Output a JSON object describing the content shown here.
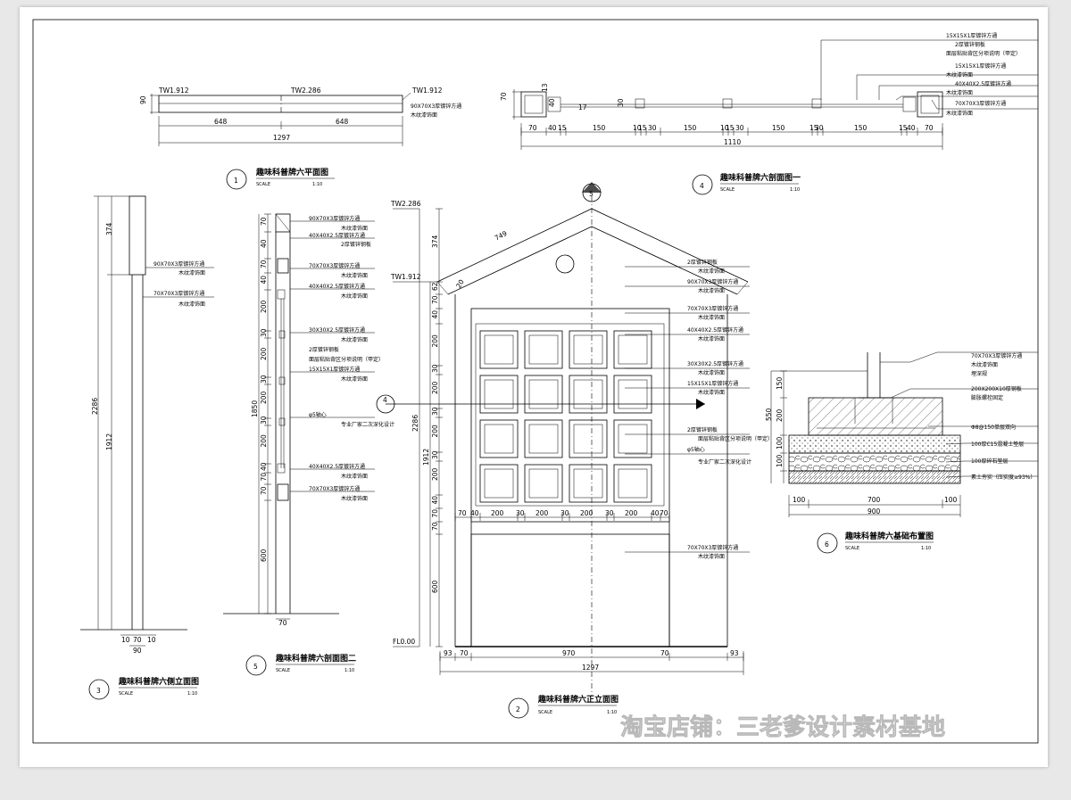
{
  "titles": {
    "t1": {
      "num": "1",
      "name": "趣味科普牌六平面图",
      "scale": "SCALE",
      "ratio": "1:10"
    },
    "t2": {
      "num": "2",
      "name": "趣味科普牌六正立面图",
      "scale": "SCALE",
      "ratio": "1:10"
    },
    "t3": {
      "num": "3",
      "name": "趣味科普牌六侧立面图",
      "scale": "SCALE",
      "ratio": "1:10"
    },
    "t4": {
      "num": "4",
      "name": "趣味科普牌六剖面图一",
      "scale": "SCALE",
      "ratio": "1:10"
    },
    "t5": {
      "num": "5",
      "name": "趣味科普牌六剖面图二",
      "scale": "SCALE",
      "ratio": "1:10"
    },
    "t6": {
      "num": "6",
      "name": "趣味科普牌六基础布置图",
      "scale": "SCALE",
      "ratio": "1:10"
    }
  },
  "plan": {
    "tw_left": "TW1.912",
    "tw_mid": "TW2.286",
    "tw_right": "TW1.912",
    "h90": "90",
    "d648a": "648",
    "d648b": "648",
    "d1297": "1297",
    "n1": "90X70X3厚镀锌方通",
    "n2": "木纹漆饰面"
  },
  "section1": {
    "h70": "70",
    "dims": [
      "70",
      "40",
      "15",
      "150",
      "10",
      "15",
      "30",
      "150",
      "10",
      "15",
      "30",
      "150",
      "15",
      "30",
      "150",
      "15",
      "40",
      "70"
    ],
    "d1110": "1110",
    "small1": "13",
    "small2": "17",
    "small3": "30",
    "small4": "40",
    "notes": [
      "15X15X1厚镀锌方通",
      "2厚镀锌钢板",
      "面层粘贴背区分项说明（甲定）",
      "15X15X1厚镀锌方通",
      "木纹漆饰面",
      "40X40X2.5厚镀锌方通",
      "木纹漆饰面",
      "70X70X3厚镀锌方通",
      "木纹漆饰面"
    ]
  },
  "side": {
    "d374": "374",
    "d2286": "2286",
    "d1912": "1912",
    "d10a": "10",
    "d70": "70",
    "d10b": "10",
    "d90": "90",
    "n1": "90X70X3厚镀锌方通",
    "n2": "木纹漆饰面",
    "n3": "70X70X3厚镀锌方通",
    "n4": "木纹漆饰面"
  },
  "section2": {
    "dims": [
      "70",
      "40",
      "70",
      "40",
      "200",
      "30",
      "200",
      "30",
      "200",
      "30",
      "200",
      "40",
      "70",
      "70"
    ],
    "d1850": "1850",
    "d600": "600",
    "d70": "70",
    "notes": [
      "90X70X3厚镀锌方通",
      "木纹漆饰面",
      "40X40X2.5厚镀锌方通",
      "2厚镀锌钢板",
      "70X70X3厚镀锌方通",
      "木纹漆饰面",
      "40X40X2.5厚镀锌方通",
      "木纹漆饰面",
      "30X30X2.5厚镀锌方通",
      "木纹漆饰面",
      "2厚镀锌钢板",
      "面层粘贴背区分项说明（甲定）",
      "15X15X1厚镀锌方通",
      "木纹漆饰面",
      "φ5轴心",
      "专业厂家二次深化设计",
      "40X40X2.5厚镀锌方通",
      "木纹漆饰面",
      "70X70X3厚镀锌方通",
      "木纹漆饰面"
    ]
  },
  "front": {
    "tw_top": "TW2.286",
    "tw_mid": "TW1.912",
    "fl": "FL0.00",
    "d749": "749",
    "d20": "20",
    "left_dims": [
      "374",
      "62",
      "70",
      "40",
      "200",
      "30",
      "200",
      "30",
      "200",
      "30",
      "200",
      "40",
      "70",
      "70",
      "600"
    ],
    "d2286": "2286",
    "d1912": "1912",
    "grid_dims": [
      "70",
      "40",
      "200",
      "30",
      "200",
      "30",
      "200",
      "30",
      "200",
      "40",
      "70"
    ],
    "bottom_dims": [
      "93",
      "70",
      "970",
      "70",
      "93"
    ],
    "d1297": "1297",
    "marker_top": "5",
    "marker_left": "4",
    "notes": [
      "2厚镀锌钢板",
      "木纹漆饰面",
      "90X70X3厚镀锌方通",
      "木纹漆饰面",
      "70X70X3厚镀锌方通",
      "木纹漆饰面",
      "40X40X2.5厚镀锌方通",
      "木纹漆饰面",
      "30X30X2.5厚镀锌方通",
      "木纹漆饰面",
      "15X15X1厚镀锌方通",
      "木纹漆饰面",
      "2厚镀锌钢板",
      "面层粘贴背区分项说明（甲定）",
      "φ5轴心",
      "专业厂家二次深化设计",
      "70X70X3厚镀锌方通",
      "木纹漆饰面"
    ]
  },
  "foundation": {
    "dims_left": [
      "150",
      "200",
      "100",
      "100"
    ],
    "d550": "550",
    "bottom": [
      "100",
      "700",
      "100"
    ],
    "d900": "900",
    "notes": [
      "70X70X3厚镀锌方通",
      "木纹漆饰面",
      "埋深规",
      "200X200X10厚钢板",
      "膨胀螺栓固定",
      "Φ8@150单层双向",
      "100厚C15混凝土垫层",
      "100厚碎石垫层",
      "素土夯实（压实度≥93%）"
    ]
  },
  "watermark": "淘宝店铺：三老爹设计素材基地"
}
